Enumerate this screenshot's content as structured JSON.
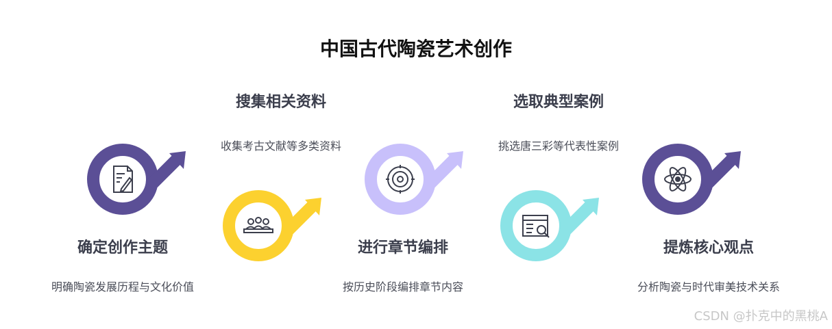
{
  "title": "中国古代陶瓷艺术创作",
  "steps": [
    {
      "title": "确定创作主题",
      "desc": "明确陶瓷发展历程与文化价值",
      "color": "#5b4f96",
      "icon": "document-edit-icon"
    },
    {
      "title": "搜集相关资料",
      "desc": "收集考古文献等多类资料",
      "color": "#fcd12f",
      "icon": "team-meeting-icon"
    },
    {
      "title": "进行章节编排",
      "desc": "按历史阶段编排章节内容",
      "color": "#c8c0fb",
      "icon": "target-icon"
    },
    {
      "title": "选取典型案例",
      "desc": "挑选唐三彩等代表性案例",
      "color": "#8be3e6",
      "icon": "search-document-icon"
    },
    {
      "title": "提炼核心观点",
      "desc": "分析陶瓷与时代审美技术关系",
      "color": "#5b4f96",
      "icon": "atom-icon"
    }
  ],
  "watermark": "CSDN @扑克中的黑桃A"
}
